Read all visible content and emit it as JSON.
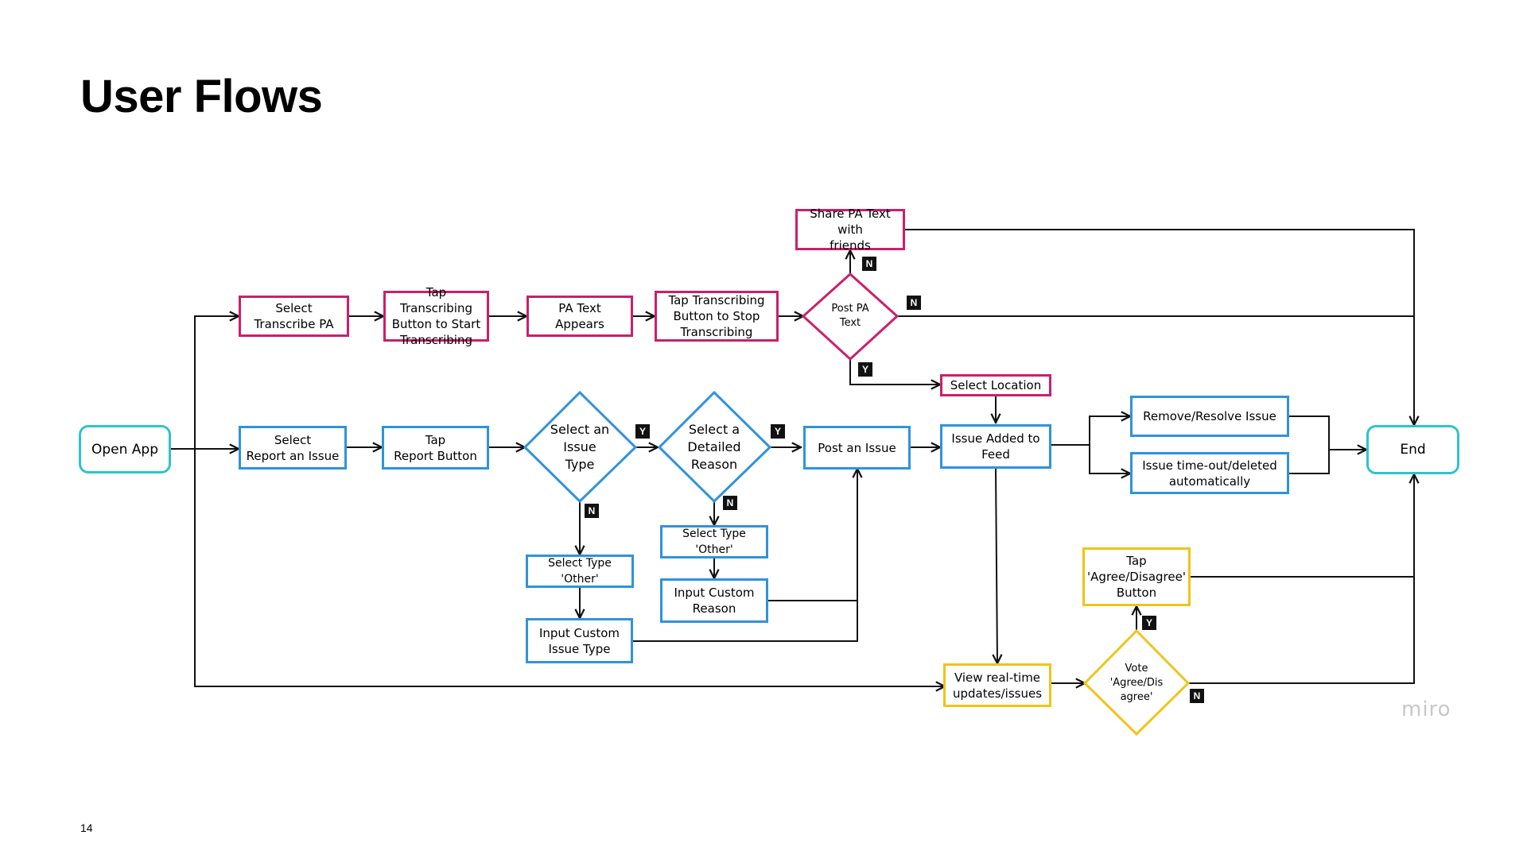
{
  "page": {
    "title": "User Flows",
    "page_number": "14",
    "watermark": "miro"
  },
  "colors": {
    "pink": "#cc1f6a",
    "blue": "#2f93dc",
    "yellow": "#f0c419",
    "teal": "#2fc3cc"
  },
  "nodes": {
    "open_app": "Open App",
    "select_transcribe": "Select\nTranscribe PA",
    "tap_start": "Tap Transcribing\nButton to Start\nTranscribing",
    "pa_text": "PA Text Appears",
    "tap_stop": "Tap Transcribing\nButton to Stop\nTranscribing",
    "post_pa": "Post PA\nText",
    "share_pa": "Share PA Text with\nfriends",
    "select_location": "Select Location",
    "select_report": "Select\nReport an Issue",
    "tap_report": "Tap\nReport Button",
    "select_issue_type": "Select an\nIssue\nType",
    "select_detailed": "Select a\nDetailed\nReason",
    "post_issue": "Post an Issue",
    "issue_added": "Issue Added to\nFeed",
    "remove_resolve": "Remove/Resolve Issue",
    "issue_timeout": "Issue time-out/deleted\nautomatically",
    "end": "End",
    "select_other_1": "Select Type 'Other'",
    "input_custom_type": "Input Custom\nIssue Type",
    "select_other_2": "Select Type 'Other'",
    "input_custom_reason": "Input Custom\nReason",
    "tap_agree": "Tap\n'Agree/Disagree'\nButton",
    "view_updates": "View real-time\nupdates/issues",
    "vote": "Vote\n'Agree/Dis\nagree'"
  },
  "edge_labels": {
    "post_pa_no_up": "N",
    "post_pa_no_right": "N",
    "post_pa_yes": "Y",
    "issue_type_yes": "Y",
    "issue_type_no": "N",
    "detailed_yes": "Y",
    "detailed_no": "N",
    "vote_yes": "Y",
    "vote_no": "N"
  }
}
